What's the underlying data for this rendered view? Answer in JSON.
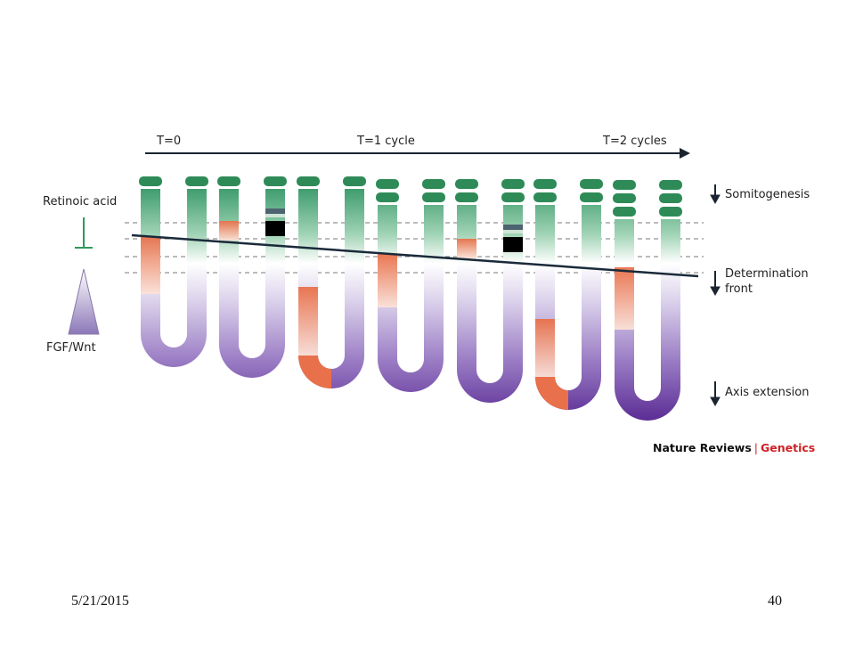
{
  "figure": {
    "timeline": {
      "t0": "T=0",
      "t1": "T=1 cycle",
      "t2": "T=2 cycles"
    },
    "left_labels": {
      "retinoic_acid": "Retinoic acid",
      "fgf_wnt": "FGF/Wnt"
    },
    "right_labels": {
      "somitogenesis": "Somitogenesis",
      "determination_front_line1": "Determination",
      "determination_front_line2": "front",
      "axis_extension": "Axis extension"
    },
    "credit": {
      "journal": "Nature Reviews",
      "separator": "|",
      "section": "Genetics"
    },
    "colors": {
      "somite_green": "#2e8b57",
      "orange": "#e8704a",
      "purple": "#6a3d9a",
      "determination_line": "#1a2a3a",
      "dashed_line": "#777777",
      "brand_red": "#d11f24"
    }
  },
  "footer": {
    "date": "5/21/2015",
    "page_number": "40"
  }
}
